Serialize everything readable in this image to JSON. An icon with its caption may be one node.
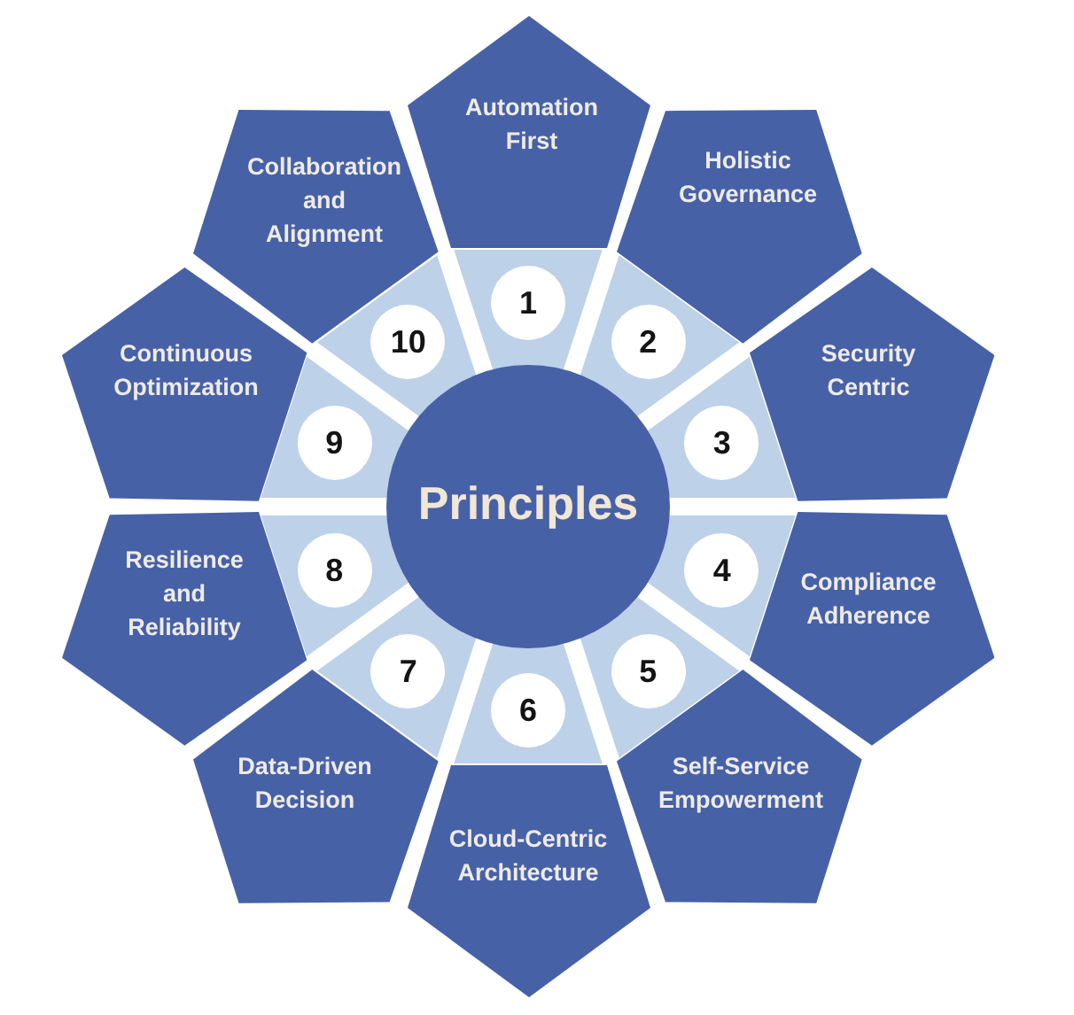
{
  "diagram": {
    "nodes": [
      {
        "text": [
          "Principles"
        ]
      },
      {
        "text": [
          "1"
        ]
      },
      {
        "text": [
          "Automation First"
        ]
      },
      {
        "text": [
          "2"
        ]
      },
      {
        "text": [
          "Holistic Governance"
        ]
      },
      {
        "text": [
          "3"
        ]
      },
      {
        "text": [
          "Security Centric"
        ]
      },
      {
        "text": [
          "4"
        ]
      },
      {
        "text": [
          "Compliance Adherence"
        ]
      },
      {
        "text": [
          "5"
        ]
      },
      {
        "text": [
          "Self-Service Empowerment"
        ]
      },
      {
        "text": [
          "6"
        ]
      },
      {
        "text": [
          "Cloud-Centric Architecture"
        ]
      },
      {
        "text": [
          "7"
        ]
      },
      {
        "text": [
          "Data-Driven Decision"
        ]
      },
      {
        "text": [
          "8"
        ]
      },
      {
        "text": [
          "Resilience and Reliability"
        ]
      },
      {
        "text": [
          "9"
        ]
      },
      {
        "text": [
          "Continuous Optimization"
        ]
      },
      {
        "text": [
          "10"
        ]
      },
      {
        "text": [
          "Collaboration and Alignment"
        ]
      }
    ]
  }
}
